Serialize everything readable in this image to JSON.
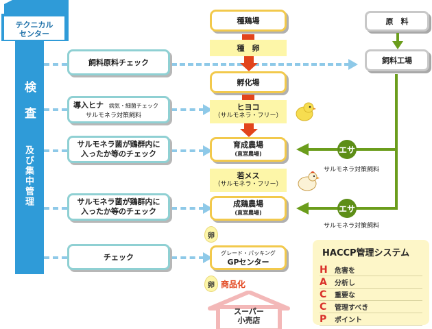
{
  "center": {
    "line1": "テクニカル",
    "line2": "センター"
  },
  "left_column": {
    "main": "検　査",
    "sub": "及び集中管理"
  },
  "checks": [
    {
      "line1": "飼料原料チェック",
      "line2": ""
    },
    {
      "line1": "導入ヒナ",
      "note": "病気・細菌チェック",
      "line2": "サルモネラ対策飼料"
    },
    {
      "line1": "サルモネラ菌が鶏群内に",
      "line2": "入ったか等のチェック"
    },
    {
      "line1": "サルモネラ菌が鶏群内に",
      "line2": "入ったか等のチェック"
    },
    {
      "line1": "チェック",
      "line2": ""
    }
  ],
  "flow": {
    "breeding_farm": "種鶏場",
    "seed_egg": "種　卵",
    "hatchery": "孵化場",
    "chick": "ヒヨコ",
    "chick_sub": "（サルモネラ・フリー）",
    "rearing_farm": "育成農場",
    "rearing_farm_sub": "(直営農場)",
    "pullet": "若メス",
    "pullet_sub": "（サルモネラ・フリー）",
    "layer_farm": "成鶏農場",
    "layer_farm_sub": "(直営農場)",
    "egg_label": "卵",
    "gp_line1": "グレード・パッキング",
    "gp_line2": "GPセンター",
    "commercialization": "商品化",
    "store_line1": "スーパー",
    "store_line2": "小売店"
  },
  "feed": {
    "raw_material": "原　料",
    "feed_mill": "飼料工場",
    "esa": "エサ",
    "salmonella_feed": "サルモネラ対策飼料"
  },
  "haccp": {
    "title": "HACCP管理システム",
    "items": [
      {
        "letter": "H",
        "text": "危害を"
      },
      {
        "letter": "A",
        "text": "分析し"
      },
      {
        "letter": "C",
        "text": "重要な"
      },
      {
        "letter": "C",
        "text": "管理すべき"
      },
      {
        "letter": "P",
        "text": "ポイント"
      }
    ]
  },
  "colors": {
    "accent_blue": "#2f9bd8",
    "arrow_red": "#e2441c",
    "feed_green": "#6b9d1c",
    "haccp_red": "#d9302a"
  }
}
